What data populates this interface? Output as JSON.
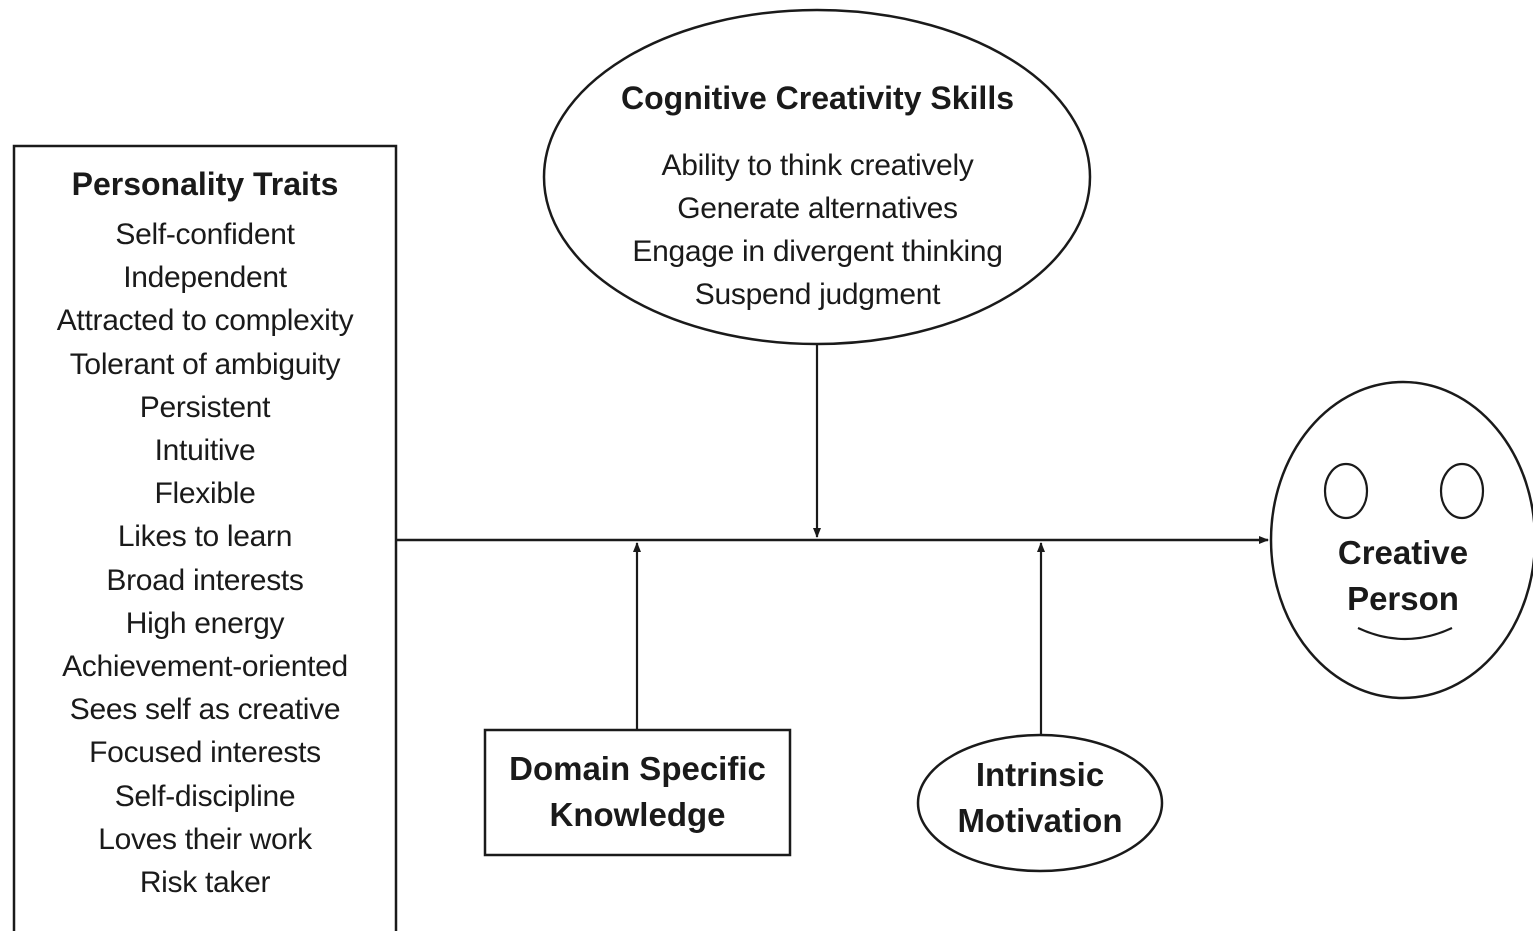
{
  "personality_traits": {
    "title": "Personality Traits",
    "items": [
      "Self-confident",
      "Independent",
      "Attracted to complexity",
      "Tolerant of ambiguity",
      "Persistent",
      "Intuitive",
      "Flexible",
      "Likes to learn",
      "Broad interests",
      "High energy",
      "Achievement-oriented",
      "Sees self as creative",
      "Focused interests",
      "Self-discipline",
      "Loves their work",
      "Risk taker"
    ]
  },
  "cognitive_skills": {
    "title": "Cognitive Creativity Skills",
    "items": [
      "Ability to think creatively",
      "Generate alternatives",
      "Engage in divergent thinking",
      "Suspend judgment"
    ]
  },
  "domain_knowledge": {
    "line1": "Domain Specific",
    "line2": "Knowledge"
  },
  "intrinsic_motivation": {
    "line1": "Intrinsic",
    "line2": "Motivation"
  },
  "creative_person": {
    "line1": "Creative",
    "line2": "Person"
  },
  "colors": {
    "stroke": "#1a1a1a",
    "background": "#ffffff"
  }
}
